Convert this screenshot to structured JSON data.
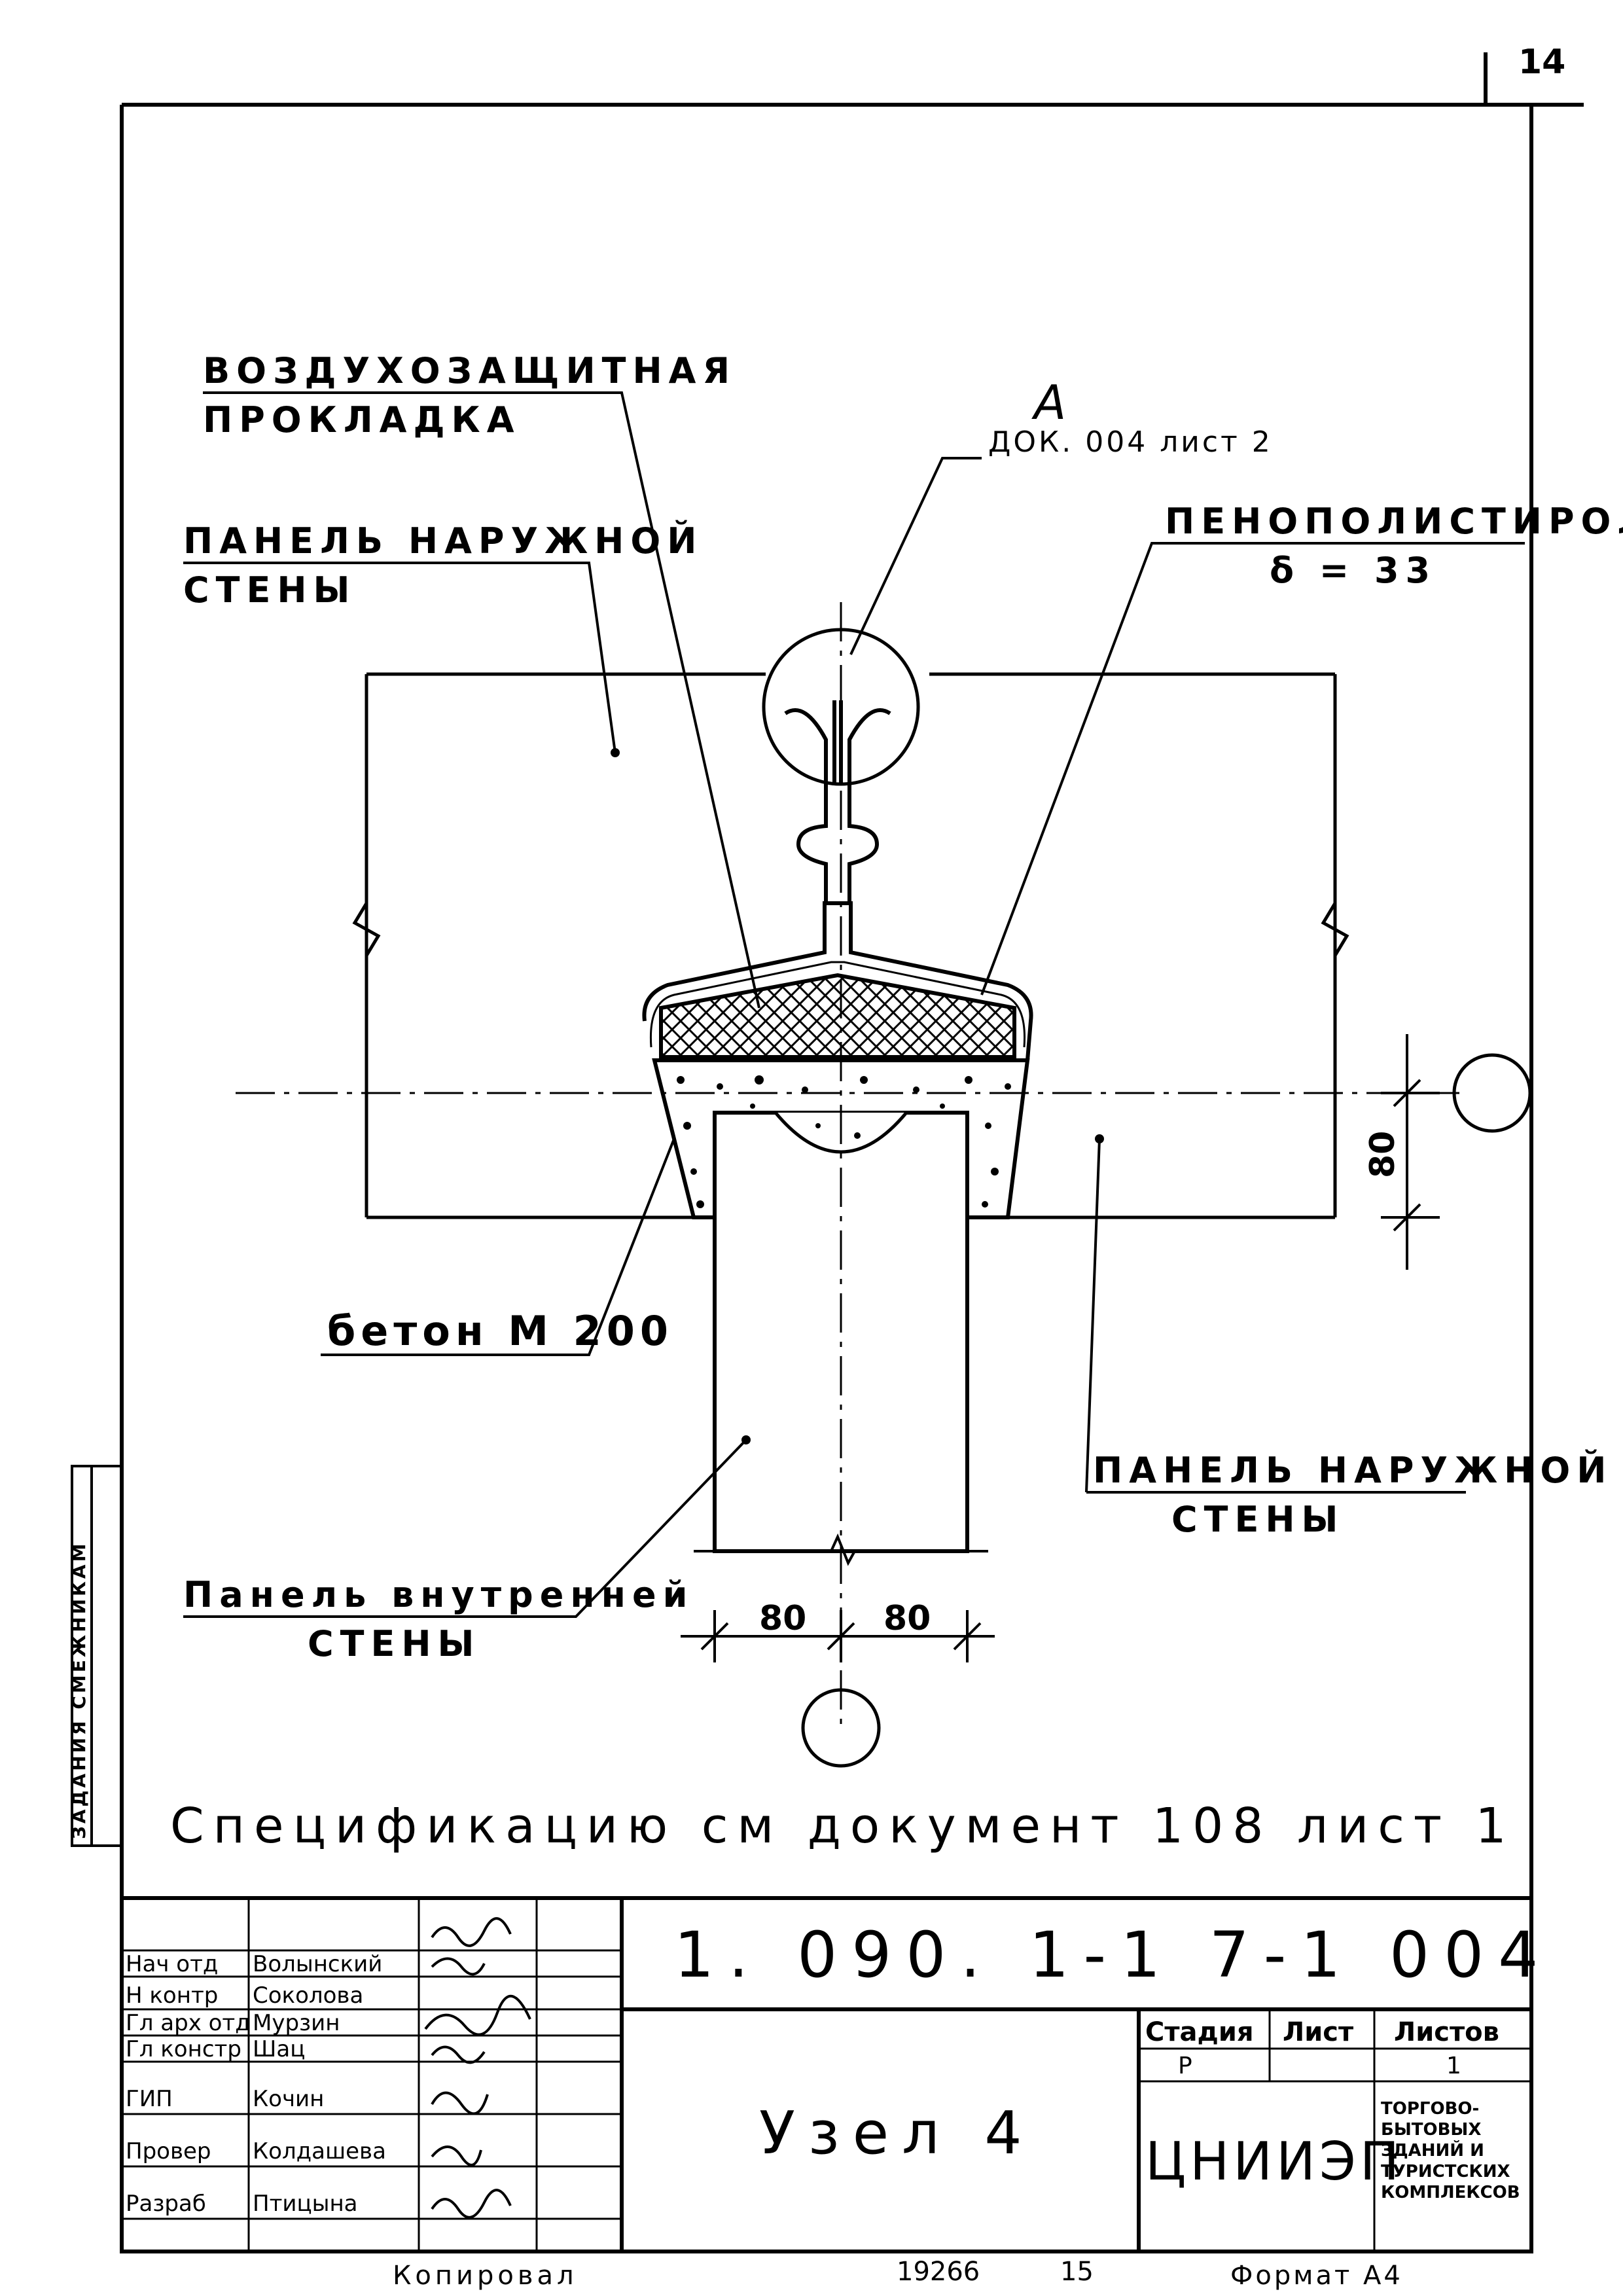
{
  "sheet": {
    "page_number": "14",
    "view_label": "А",
    "view_reference": "ДОК. 004 лист 2"
  },
  "labels": {
    "air_seal_line1": "ВОЗДУХОЗАЩИТНАЯ",
    "air_seal_line2": "ПРОКЛАДКА",
    "outer_panel_line1": "ПАНЕЛЬ НАРУЖНОЙ",
    "outer_panel_line2": "СТЕНЫ",
    "foam_line1": "ПЕНОПОЛИСТИРОЛ",
    "foam_line2": "δ = 33",
    "concrete": "бетон М 200",
    "outer_panel_right_line1": "ПАНЕЛЬ НАРУЖНОЙ",
    "outer_panel_right_line2": "СТЕНЫ",
    "inner_panel_line1": "Панель внутренней",
    "inner_panel_line2": "СТЕНЫ"
  },
  "dimensions": {
    "height": "80",
    "left_width": "80",
    "right_width": "80"
  },
  "spec_note": "Спецификацию см документ 108 лист 1",
  "side_stamp": {
    "text": "ЗАДАНИЯ СМЕЖНИКАМ"
  },
  "title_block": {
    "code": "1. 090. 1-1 7-1 004",
    "name": "Узел 4",
    "roles": [
      {
        "role": "Нач отд",
        "person": "Волынский"
      },
      {
        "role": "Н контр",
        "person": "Соколова"
      },
      {
        "role": "Гл арх отд",
        "person": "Мурзин"
      },
      {
        "role": "Гл констр",
        "person": "Шац"
      },
      {
        "role": "ГИП",
        "person": "Кочин"
      },
      {
        "role": "Провер",
        "person": "Колдашева"
      },
      {
        "role": "Разраб",
        "person": "Птицына"
      }
    ],
    "stage_header": "Стадия",
    "sheet_header": "Лист",
    "sheets_header": "Листов",
    "stage_value": "Р",
    "sheet_value": "",
    "sheets_value": "1",
    "org": "ЦНИИЭП",
    "org_desc": [
      "ТОРГОВО-",
      "БЫТОВЫХ",
      "ЗДАНИЙ И",
      "ТУРИСТСКИХ",
      "КОМПЛЕКСОВ"
    ]
  },
  "footer": {
    "copied": "Копировал",
    "inventory": "19266",
    "copy_sheet": "15",
    "format": "Формат А4"
  }
}
